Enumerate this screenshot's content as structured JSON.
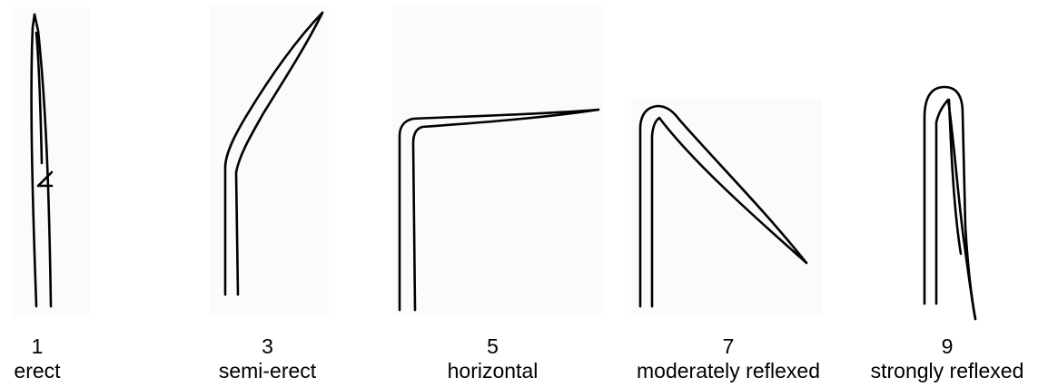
{
  "figure": {
    "panels": [
      {
        "score": "1",
        "description": "erect"
      },
      {
        "score": "3",
        "description": "semi-erect"
      },
      {
        "score": "5",
        "description": "horizontal"
      },
      {
        "score": "7",
        "description": "moderately reflexed"
      },
      {
        "score": "9",
        "description": "strongly reflexed"
      }
    ],
    "line_color": "#000000"
  }
}
